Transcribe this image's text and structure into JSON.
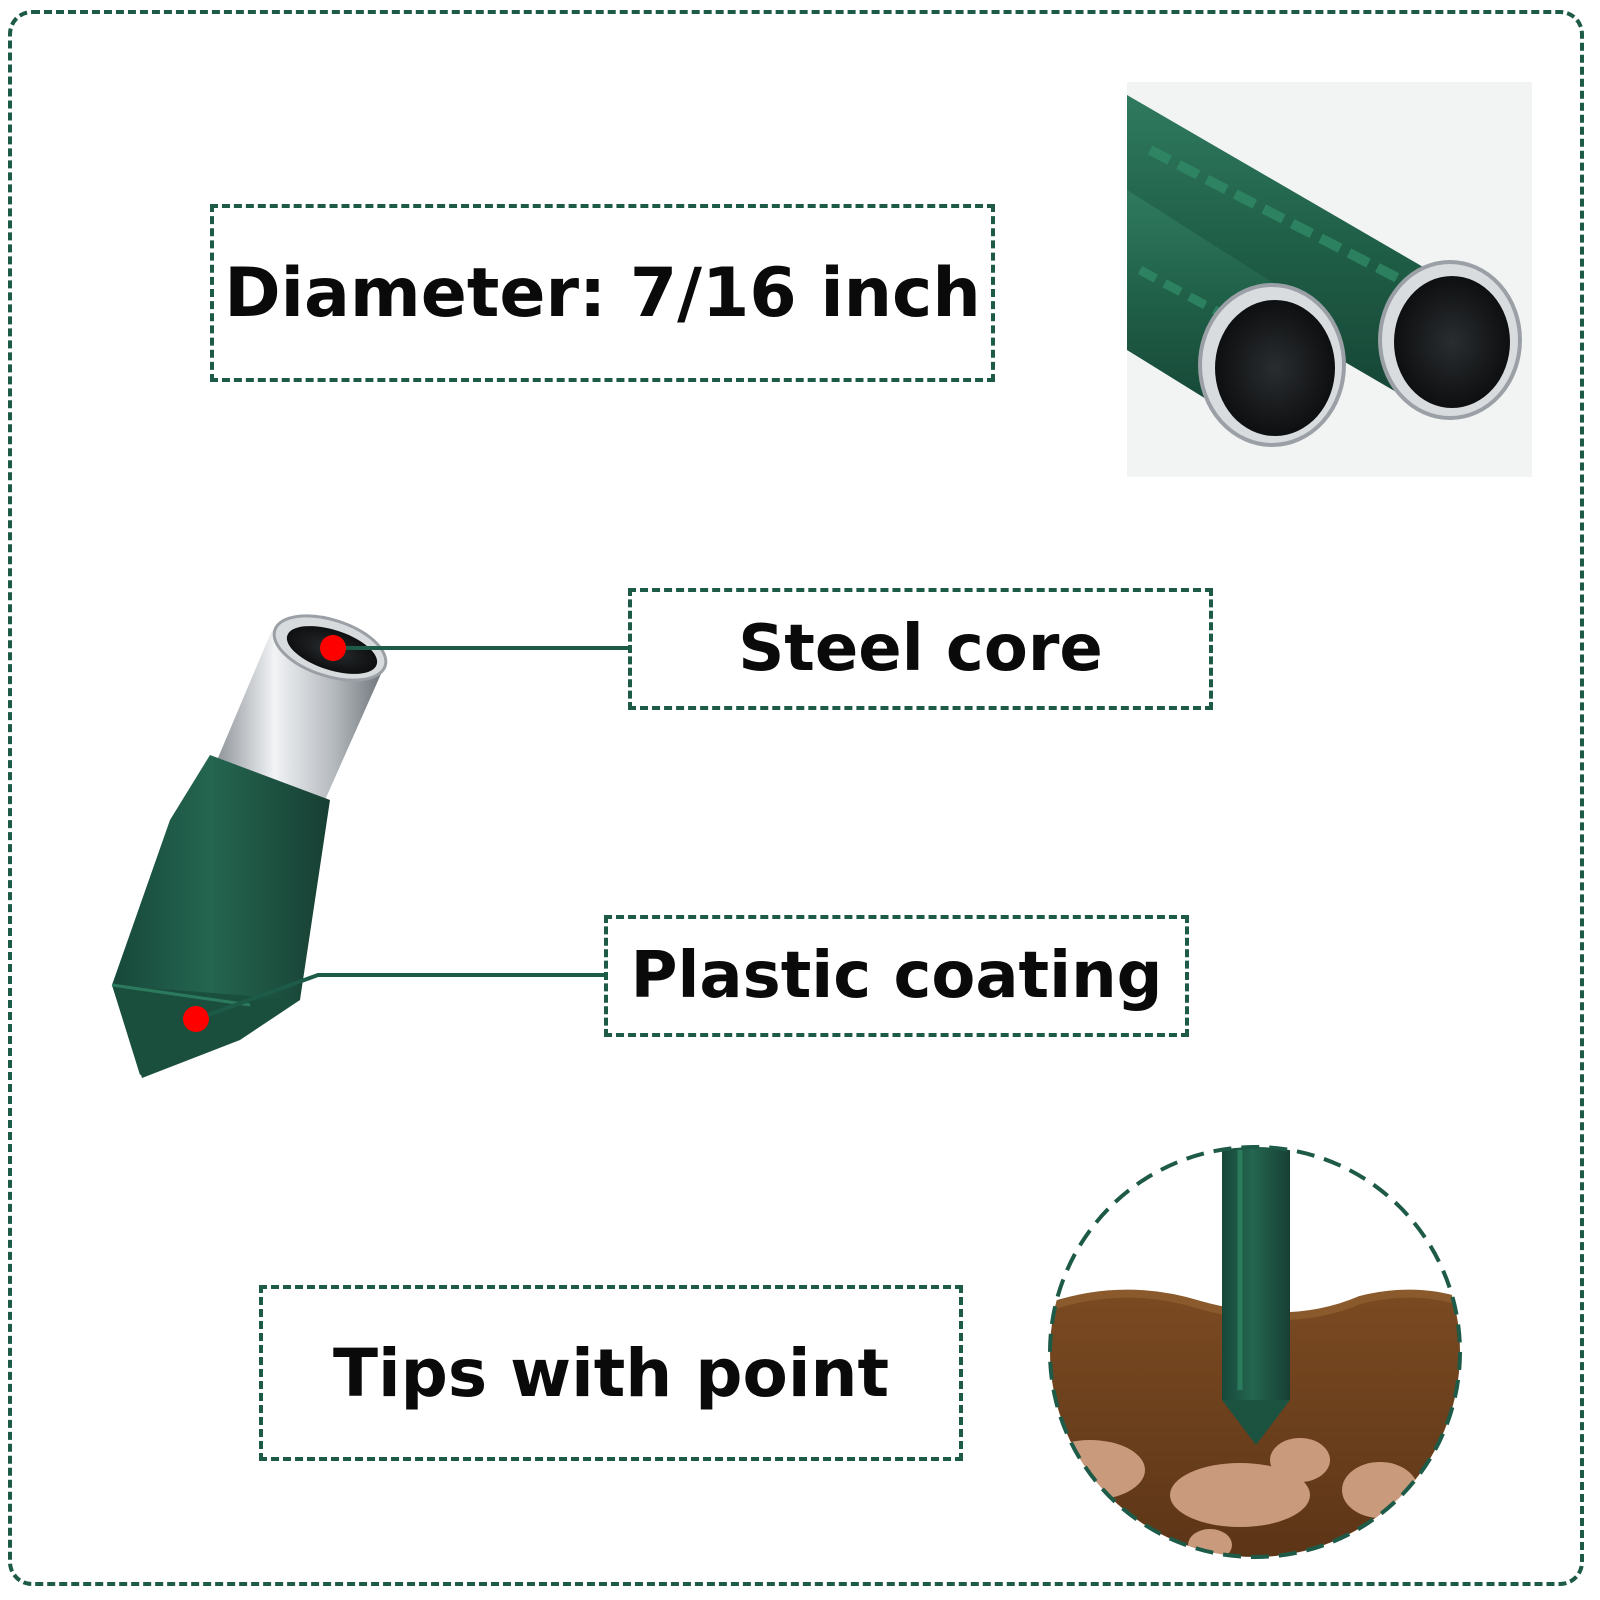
{
  "labels": {
    "diameter": "Diameter:  7/16 inch",
    "steel_core": "Steel core",
    "plastic_coating": "Plastic coating",
    "tips_with_point": "Tips with point"
  },
  "colors": {
    "frame_dashes": "#1d5a47",
    "stake_green": "#1f5e47",
    "marker_red": "#ff0000",
    "soil_brown": "#6b3f1c",
    "steel_silver": "#c8ccd0",
    "text": "#0a0a0a"
  },
  "images": {
    "tubes_photo": "two-green-coated-steel-tubes-cross-section",
    "stake_tip": "stake-cutaway-with-steel-core-and-pointed-tip",
    "soil_circle": "stake-inserted-in-soil"
  }
}
